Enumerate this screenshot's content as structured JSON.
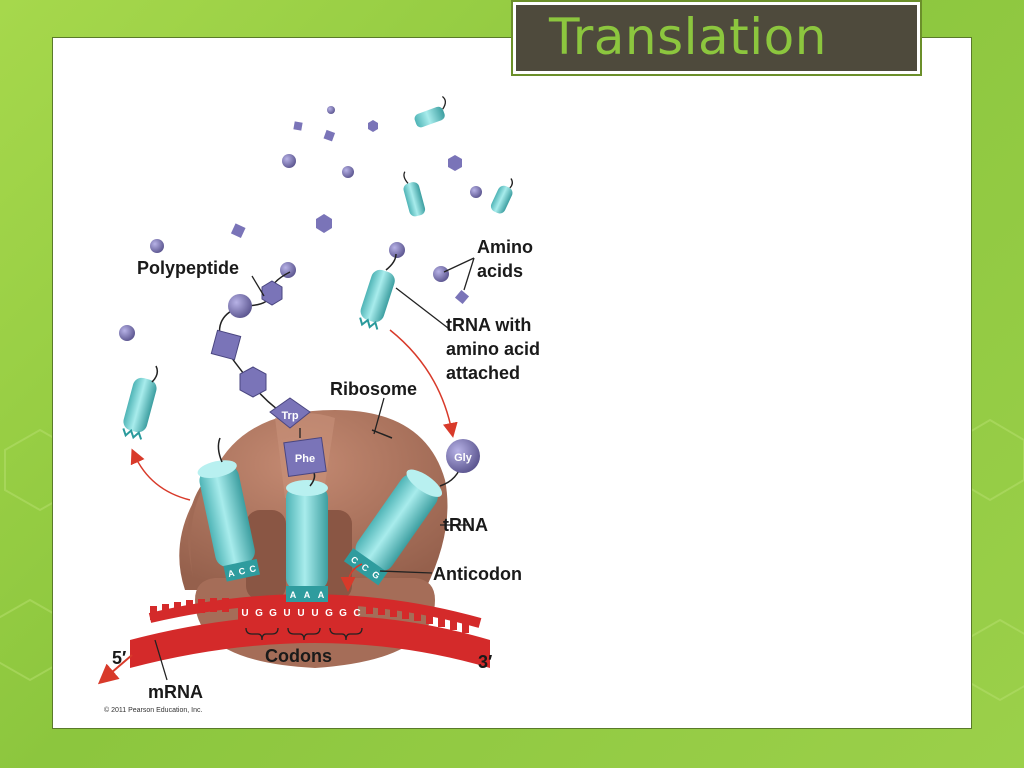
{
  "slide": {
    "title": "Translation"
  },
  "diagram": {
    "labels": {
      "polypeptide": "Polypeptide",
      "amino_line1": "Amino",
      "amino_line2": "acids",
      "trna_with_1": "tRNA with",
      "trna_with_2": "amino acid",
      "trna_with_3": "attached",
      "ribosome": "Ribosome",
      "trna": "tRNA",
      "anticodon": "Anticodon",
      "codons": "Codons",
      "mrna": "mRNA",
      "five_prime": "5′",
      "three_prime": "3′",
      "copyright": "© 2011 Pearson Education, Inc."
    },
    "amino_acid_names": {
      "trp": "Trp",
      "phe": "Phe",
      "gly": "Gly"
    },
    "anticodons": {
      "left": [
        "A",
        "C",
        "C"
      ],
      "middle": [
        "A",
        "A",
        "A"
      ],
      "right": [
        "C",
        "C",
        "G"
      ]
    },
    "codon_bases": [
      "U",
      "G",
      "G",
      "U",
      "U",
      "U",
      "G",
      "G",
      "C"
    ],
    "colors": {
      "ribosome": "#a9705a",
      "ribosome_dark": "#8c5a46",
      "trna": "#7fd6d6",
      "trna_dark": "#3fa8aa",
      "amino_acid": "#7a74b8",
      "mrna": "#d42a2a",
      "arrow": "#d83a2a",
      "slide_green": "#8cc63e"
    }
  }
}
